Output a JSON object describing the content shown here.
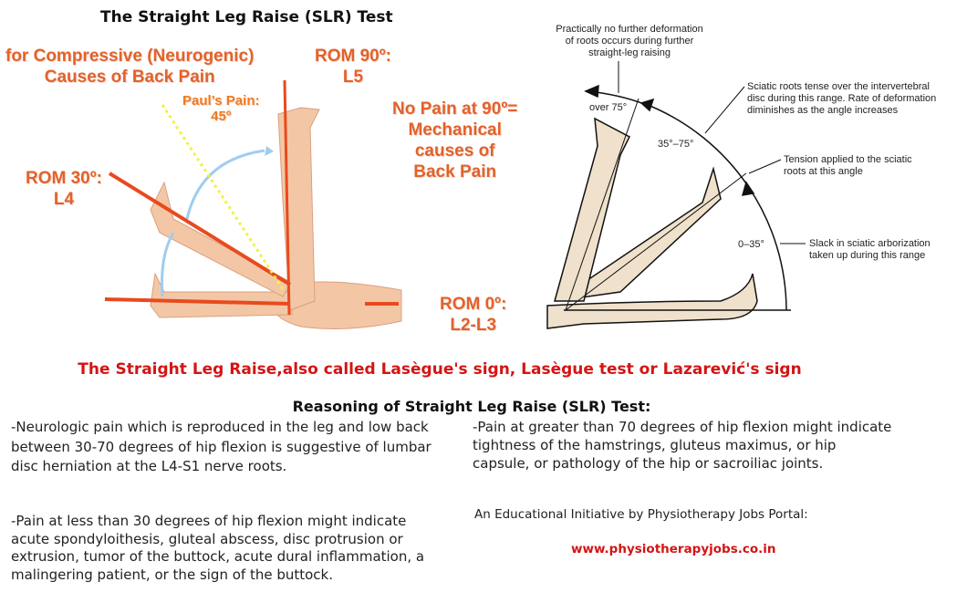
{
  "title": "The Straight Leg Raise (SLR) Test",
  "left_figure": {
    "compressive_label": [
      "for Compressive (Neurogenic)",
      "Causes of Back Pain"
    ],
    "rom90": [
      "ROM 90º:",
      "L5"
    ],
    "pauls_pain": [
      "Paul’s Pain:",
      "45º"
    ],
    "rom30": [
      "ROM 30º:",
      "L4"
    ],
    "no_pain": [
      "No Pain at 90º=",
      "Mechanical",
      "causes of",
      "Back Pain"
    ],
    "rom0": [
      "ROM 0º:",
      "L2-L3"
    ]
  },
  "right_figure": {
    "top_note": [
      "Practically no further deformation",
      "of roots occurs during further",
      "straight-leg raising"
    ],
    "over75": "over 75°",
    "range_35_75": "35°–75°",
    "range_0_35": "0–35°",
    "sciatic_note": [
      "Sciatic roots tense over the intervertebral",
      "disc during this range. Rate of deformation",
      "diminishes as the angle increases"
    ],
    "tension_note": [
      "Tension applied to the sciatic",
      "roots at this angle"
    ],
    "slack_note": [
      "Slack in sciatic arborization",
      "taken up during this range"
    ]
  },
  "subtitle": "The Straight Leg Raise,also called Lasègue's sign, Lasègue test or Lazarević's sign",
  "reasoning": {
    "heading": "Reasoning of Straight Leg Raise (SLR) Test:",
    "left_para1": "-Neurologic pain which is reproduced in the leg and low back between 30-70 degrees of hip flexion is suggestive of lumbar disc herniation at the L4-S1 nerve roots.",
    "left_para2": "-Pain at less than 30 degrees of hip flexion might indicate acute spondyloithesis, gluteal abscess, disc protrusion or extrusion, tumor of the buttock, acute dural inflammation, a malingering patient, or the sign of the buttock.",
    "right_para": "-Pain at greater than 70 degrees of hip flexion might indicate tightness of the hamstrings, gluteus maximus, or hip capsule, or pathology of the hip or sacroiliac joints."
  },
  "footer": {
    "initiative": "An Educational Initiative by Physiotherapy Jobs Portal:",
    "url": "www.physiotherapyjobs.co.in"
  },
  "colors": {
    "orange": "#e2622b",
    "red": "#d41414",
    "skin": "#f3c7a6",
    "beige": "#efe1cb"
  }
}
